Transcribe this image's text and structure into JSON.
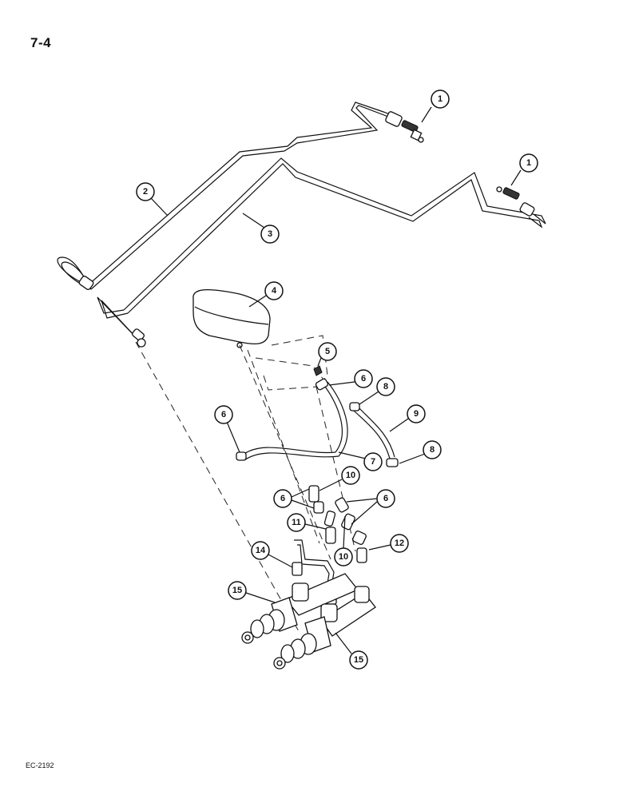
{
  "page": {
    "page_number": "7-4",
    "drawing_code": "EC-2192"
  },
  "callouts": {
    "c1a": "1",
    "c1b": "1",
    "c2": "2",
    "c3": "3",
    "c4": "4",
    "c5": "5",
    "c6a": "6",
    "c6b": "6",
    "c6c": "6",
    "c6d": "6",
    "c7": "7",
    "c8a": "8",
    "c8b": "8",
    "c9": "9",
    "c10a": "10",
    "c10b": "10",
    "c11": "11",
    "c12": "12",
    "c14": "14",
    "c15a": "15",
    "c15b": "15"
  }
}
